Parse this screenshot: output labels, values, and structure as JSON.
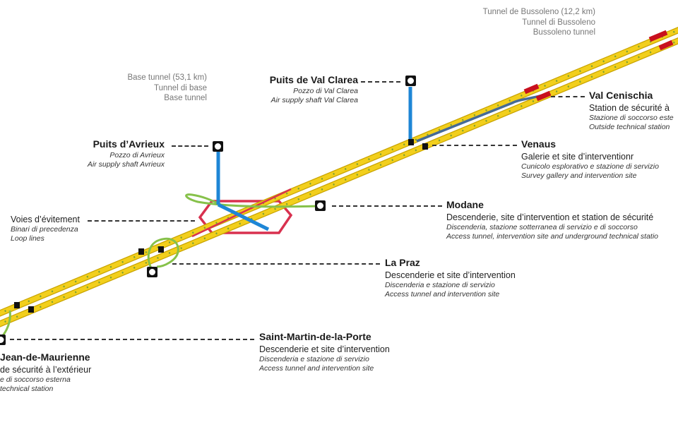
{
  "colors": {
    "track": "#f2cf1c",
    "track_edge": "#c9a400",
    "ties": "#8aa33a",
    "shaft": "#1e86d6",
    "loop": "#86c14a",
    "station": "#d8314f",
    "survey": "#456a96",
    "portal": "#c8101e"
  },
  "tunnels": {
    "bussoleno": [
      "Tunnel de Bussoleno (12,2 km)",
      "Tunnel di Bussoleno",
      "Bussoleno tunnel"
    ],
    "base": [
      "Base tunnel (53,1 km)",
      "Tunnel di base",
      "Base tunnel"
    ]
  },
  "sites": {
    "val_clarea": {
      "title": "Puits de Val Clarea",
      "it": "Pozzo di Val Clarea",
      "en": "Air supply shaft Val Clarea"
    },
    "avrieux": {
      "title": "Puits d’Avrieux",
      "it": "Pozzo di Avrieux",
      "en": "Air supply shaft Avrieux"
    },
    "val_cenischia": {
      "title": "Val Cenischia",
      "fr": "Station de sécurité à",
      "it": "Stazione di soccorso este",
      "en": "Outside technical station"
    },
    "venaus": {
      "title": "Venaus",
      "fr": "Galerie et site d’interventionr",
      "it": "Cunicolo esplorativo e stazione di servizio",
      "en": "Survey gallery and intervention site"
    },
    "voies": {
      "title": "Voies d’évitement",
      "it": "Binari di precedenza",
      "en": "Loop lines"
    },
    "modane": {
      "title": "Modane",
      "fr": "Descenderie, site d’intervention et station de sécurité",
      "it": "Discenderia, stazione sotterranea di servizio e di soccorso",
      "en": "Access tunnel, intervention site and underground technical statio"
    },
    "la_praz": {
      "title": "La Praz",
      "fr": "Descenderie et site d’intervention",
      "it": "Discenderia e stazione di servizio",
      "en": "Access tunnel and intervention site"
    },
    "st_martin": {
      "title": "Saint-Martin-de-la-Porte",
      "fr": "Descenderie et site d’intervention",
      "it": "Discenderia e stazione di servizio",
      "en": "Access tunnel and intervention site"
    },
    "st_jean": {
      "title": "Jean-de-Maurienne",
      "fr": "de sécurité à l’extérieur",
      "it": "e di soccorso esterna",
      "en": "technical station"
    }
  }
}
